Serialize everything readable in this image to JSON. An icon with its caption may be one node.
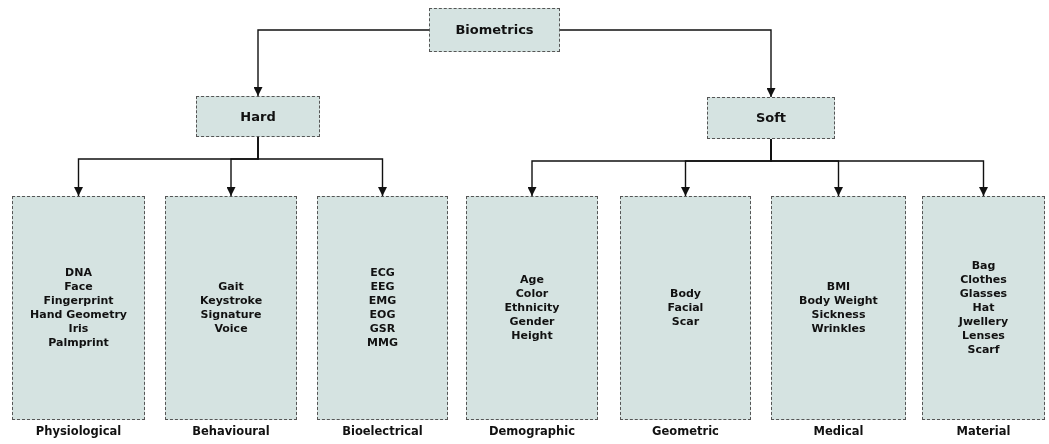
{
  "diagram": {
    "nodes": [
      {
        "text": [
          "Biometrics"
        ]
      },
      {
        "text": [
          "Hard"
        ]
      },
      {
        "text": [
          "Soft"
        ]
      },
      {
        "text": [
          "DNA",
          "Face",
          "Fingerprint",
          "Hand Geometry",
          "Iris",
          "Palmprint"
        ],
        "beside": [
          "Physiological"
        ]
      },
      {
        "text": [
          "Gait",
          "Keystroke",
          "Signature",
          "Voice"
        ],
        "beside": [
          "Behavioural"
        ]
      },
      {
        "text": [
          "ECG",
          "EEG",
          "EMG",
          "EOG",
          "GSR",
          "MMG"
        ],
        "beside": [
          "Bioelectrical"
        ]
      },
      {
        "text": [
          "Age",
          "Color",
          "Ethnicity",
          "Gender",
          "Height"
        ],
        "beside": [
          "Demographic"
        ]
      },
      {
        "text": [
          "Body",
          "Facial",
          "Scar"
        ],
        "beside": [
          "Geometric"
        ]
      },
      {
        "text": [
          "BMI",
          "Body Weight",
          "Sickness",
          "Wrinkles"
        ],
        "beside": [
          "Medical"
        ]
      },
      {
        "text": [
          "Bag",
          "Clothes",
          "Glasses",
          "Hat",
          "Jwellery",
          "Lenses",
          "Scarf"
        ],
        "beside": [
          "Material"
        ]
      }
    ],
    "edges": [
      {
        "from": 0,
        "to": 1,
        "arrow": "to"
      },
      {
        "from": 0,
        "to": 2,
        "arrow": "to"
      },
      {
        "from": 1,
        "to": 3,
        "arrow": "to"
      },
      {
        "from": 1,
        "to": 4,
        "arrow": "to"
      },
      {
        "from": 1,
        "to": 5,
        "arrow": "to"
      },
      {
        "from": 2,
        "to": 6,
        "arrow": "to"
      },
      {
        "from": 2,
        "to": 7,
        "arrow": "to"
      },
      {
        "from": 2,
        "to": 8,
        "arrow": "to"
      },
      {
        "from": 2,
        "to": 9,
        "arrow": "to"
      }
    ]
  }
}
